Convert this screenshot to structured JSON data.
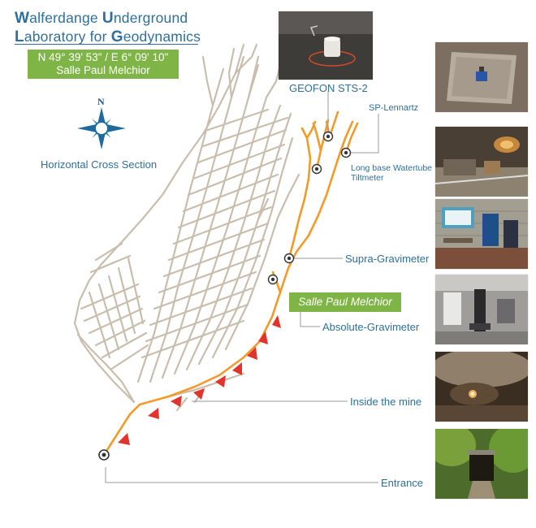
{
  "title": {
    "line1": [
      "W",
      "alferdange ",
      "U",
      "nderground"
    ],
    "line2": [
      "L",
      "aboratory for ",
      "G",
      "eodynamics"
    ]
  },
  "coords_box": {
    "coordinates": "N 49° 39' 53\" / E 6° 09' 10\"",
    "site": "Salle Paul Melchior"
  },
  "compass": {
    "north_letter": "N"
  },
  "section_label": "Horizontal Cross Section",
  "instruments": {
    "geofon": "GEOFON STS-2",
    "sp_lennartz": "SP-Lennartz",
    "tiltmeter_line1": "Long base Watertube",
    "tiltmeter_line2": "Tiltmeter",
    "supra": "Supra-Gravimeter",
    "salle": "Salle Paul Melchior",
    "absolute": "Absolute-Gravimeter",
    "inside": "Inside the mine",
    "entrance": "Entrance"
  },
  "colors": {
    "title_blue": "#2f6f9a",
    "green": "#7fb446",
    "orange_path": "#f39a2a",
    "tunnel_tan": "#c9beae",
    "arrow_red": "#e0342c",
    "leader_gray": "#9a9a9a"
  },
  "photos": [
    "geofon-photo",
    "sp-lennartz-photo",
    "tiltmeter-photo",
    "supra-gravimeter-photo",
    "absolute-gravimeter-photo",
    "inside-mine-photo",
    "entrance-photo"
  ]
}
